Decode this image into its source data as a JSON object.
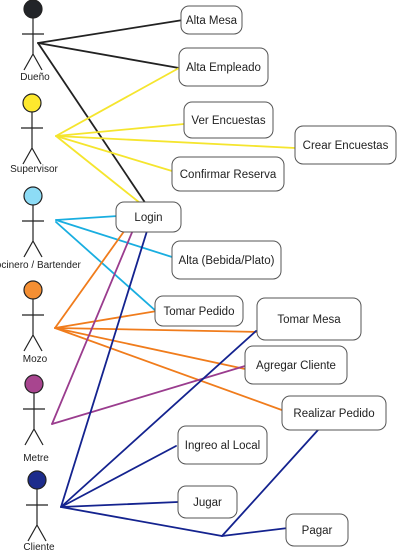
{
  "actors": [
    {
      "id": "dueno",
      "label": "Dueño",
      "color": "#222428"
    },
    {
      "id": "supervisor",
      "label": "Supervisor",
      "color": "#fde82e"
    },
    {
      "id": "cocinero",
      "label": "Socinero / Bartender",
      "color": "#8ddcf6"
    },
    {
      "id": "mozo",
      "label": "Mozo",
      "color": "#f58f33"
    },
    {
      "id": "metre",
      "label": "Metre",
      "color": "#a8458f"
    },
    {
      "id": "cliente",
      "label": "Cliente",
      "color": "#1d2c8c"
    }
  ],
  "use_cases": [
    {
      "id": "alta_mesa",
      "label": "Alta Mesa"
    },
    {
      "id": "alta_empleado",
      "label": "Alta Empleado"
    },
    {
      "id": "ver_encuestas",
      "label": "Ver Encuestas"
    },
    {
      "id": "crear_encuestas",
      "label": "Crear Encuestas"
    },
    {
      "id": "confirmar_reserva",
      "label": "Confirmar Reserva"
    },
    {
      "id": "login",
      "label": "Login"
    },
    {
      "id": "alta_bebida_plato",
      "label": "Alta (Bebida/Plato)"
    },
    {
      "id": "tomar_pedido",
      "label": "Tomar Pedido"
    },
    {
      "id": "tomar_mesa",
      "label": "Tomar Mesa"
    },
    {
      "id": "agregar_cliente",
      "label": "Agregar Cliente"
    },
    {
      "id": "realizar_pedido",
      "label": "Realizar Pedido"
    },
    {
      "id": "ingreso_local",
      "label": "Ingreo al Local"
    },
    {
      "id": "jugar",
      "label": "Jugar"
    },
    {
      "id": "pagar",
      "label": "Pagar"
    }
  ],
  "line_colors": {
    "dueno": "#222222",
    "supervisor": "#f5e52e",
    "cocinero": "#19aee0",
    "mozo": "#f07c1c",
    "metre": "#9a3c8e",
    "cliente": "#14238f"
  },
  "associations": [
    {
      "actor": "dueno",
      "use_case": "alta_mesa"
    },
    {
      "actor": "dueno",
      "use_case": "alta_empleado"
    },
    {
      "actor": "dueno",
      "use_case": "login"
    },
    {
      "actor": "supervisor",
      "use_case": "alta_empleado"
    },
    {
      "actor": "supervisor",
      "use_case": "ver_encuestas"
    },
    {
      "actor": "supervisor",
      "use_case": "crear_encuestas"
    },
    {
      "actor": "supervisor",
      "use_case": "confirmar_reserva"
    },
    {
      "actor": "supervisor",
      "use_case": "login"
    },
    {
      "actor": "cocinero",
      "use_case": "login"
    },
    {
      "actor": "cocinero",
      "use_case": "alta_bebida_plato"
    },
    {
      "actor": "cocinero",
      "use_case": "tomar_pedido"
    },
    {
      "actor": "mozo",
      "use_case": "login"
    },
    {
      "actor": "mozo",
      "use_case": "tomar_pedido"
    },
    {
      "actor": "mozo",
      "use_case": "tomar_mesa"
    },
    {
      "actor": "mozo",
      "use_case": "agregar_cliente"
    },
    {
      "actor": "mozo",
      "use_case": "realizar_pedido"
    },
    {
      "actor": "metre",
      "use_case": "login"
    },
    {
      "actor": "metre",
      "use_case": "agregar_cliente"
    },
    {
      "actor": "cliente",
      "use_case": "login"
    },
    {
      "actor": "cliente",
      "use_case": "tomar_mesa"
    },
    {
      "actor": "cliente",
      "use_case": "ingreso_local"
    },
    {
      "actor": "cliente",
      "use_case": "jugar"
    },
    {
      "actor": "cliente",
      "use_case": "realizar_pedido"
    },
    {
      "actor": "cliente",
      "use_case": "pagar"
    }
  ]
}
